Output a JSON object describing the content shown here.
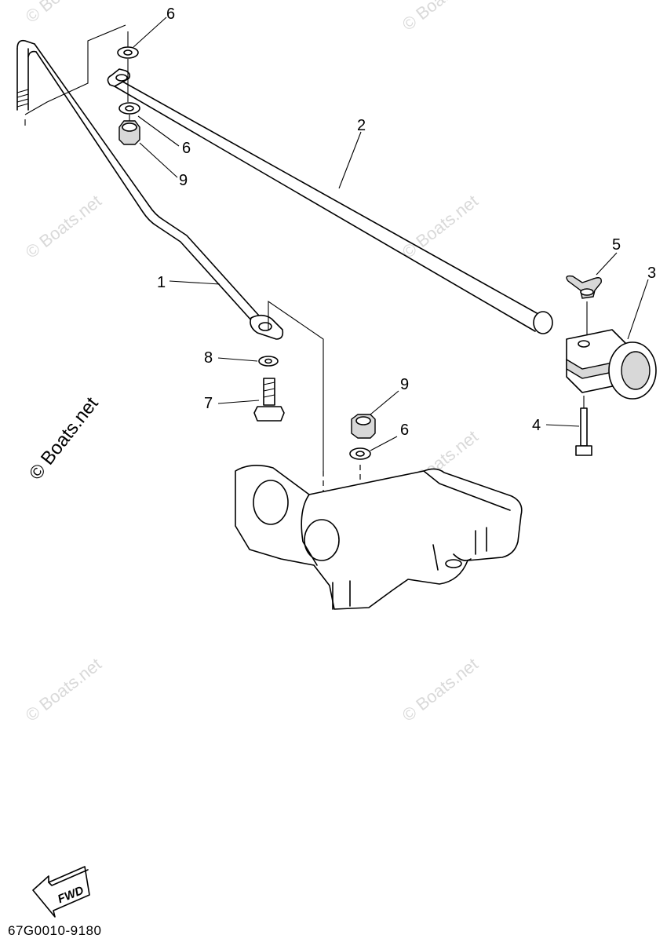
{
  "callouts": {
    "c1": "1",
    "c2": "2",
    "c3": "3",
    "c4": "4",
    "c5": "5",
    "c6a": "6",
    "c6b": "6",
    "c6c": "6",
    "c7": "7",
    "c8": "8",
    "c9a": "9",
    "c9b": "9"
  },
  "watermark": "© Boats.net",
  "brand": "© Boats.net",
  "fwd_label": "FWD",
  "diagram_code": "67G0010-9180"
}
